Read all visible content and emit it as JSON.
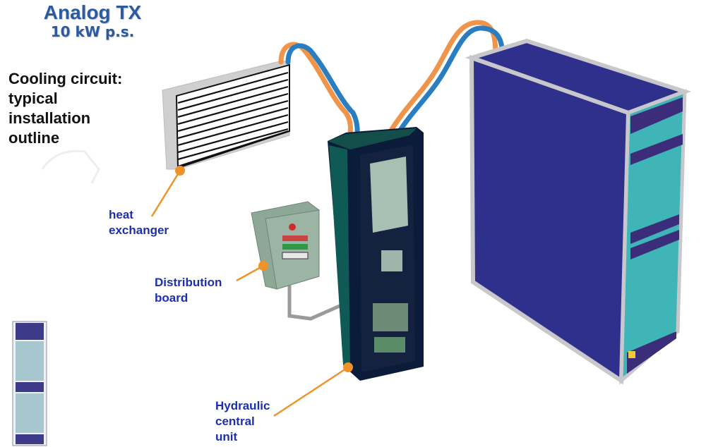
{
  "header": {
    "title": "Analog TX",
    "subtitle": "10 kW p.s."
  },
  "heading": "Cooling circuit:\ntypical\ninstallation\noutline",
  "labels": {
    "heat_exchanger": "heat\nexchanger",
    "distribution_board": "Distribution\nboard",
    "hydraulic_unit": "Hydraulic\ncentral\nunit"
  },
  "components": [
    {
      "name": "heat exchanger",
      "icon": "radiator-icon"
    },
    {
      "name": "distribution board",
      "icon": "electrical-box-icon"
    },
    {
      "name": "hydraulic central unit",
      "icon": "pump-cabinet-icon"
    },
    {
      "name": "transmitter cabinet",
      "icon": "rack-cabinet-icon"
    },
    {
      "name": "transmitter front view thumbnail",
      "icon": "rack-front-icon"
    }
  ],
  "colors": {
    "title_blue": "#2b5aa0",
    "label_blue": "#1c2fb0",
    "callout_orange": "#f0922a",
    "pipe_orange": "#f0944a",
    "pipe_blue": "#2a7ec0",
    "cabinet_blue": "#2f2f8c",
    "cabinet_teal": "#3fb5b8",
    "hydraulic_green": "#0f4f4c"
  }
}
